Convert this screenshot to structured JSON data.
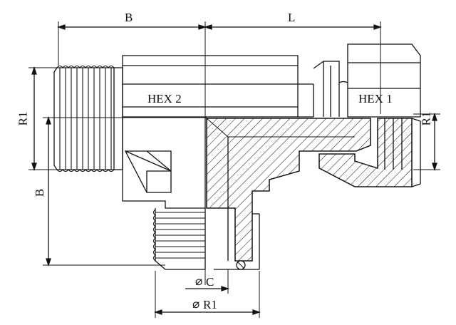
{
  "diagram": {
    "dimensions": {
      "B_top": "B",
      "L": "L",
      "B_left": "B",
      "R1_left": "R1",
      "R1_right": "R1",
      "C_dia": "C",
      "R1_bottom": "R1",
      "diameter_symbol": "⌀"
    },
    "labels": {
      "hex2": "HEX 2",
      "hex1": "HEX 1"
    },
    "colors": {
      "line": "#111111",
      "background": "#ffffff"
    }
  }
}
